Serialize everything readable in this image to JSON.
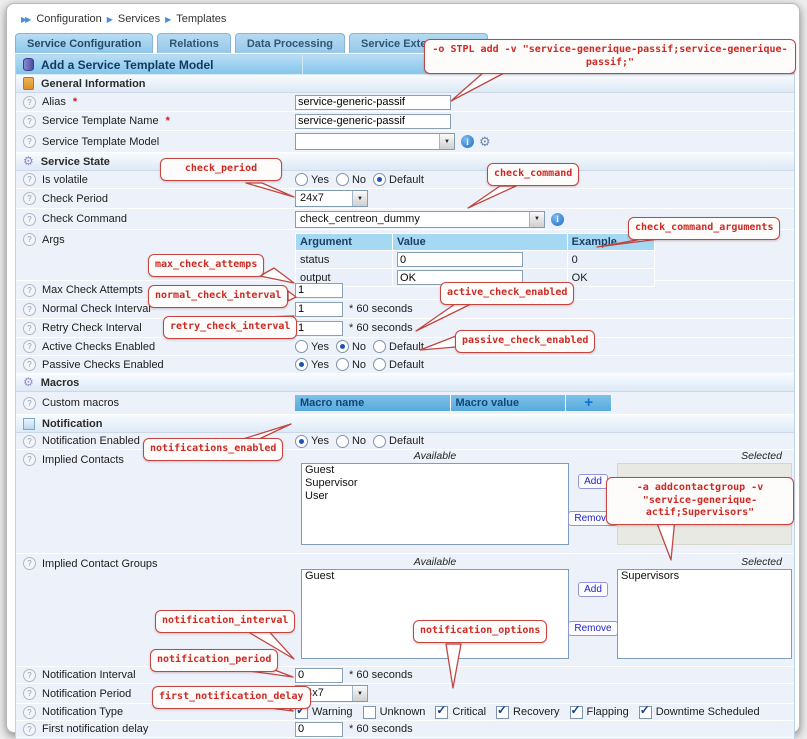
{
  "breadcrumb": {
    "leader_icon": "▶▶",
    "separator": "▶",
    "items": [
      "Configuration",
      "Services",
      "Templates"
    ]
  },
  "tabs": [
    {
      "label": "Service Configuration",
      "active": true
    },
    {
      "label": "Relations",
      "active": false
    },
    {
      "label": "Data Processing",
      "active": false
    },
    {
      "label": "Service Extended Info",
      "active": false
    }
  ],
  "page_header": {
    "title": "Add a Service Template Model"
  },
  "sections": {
    "general": "General Information",
    "state": "Service State",
    "macros": "Macros",
    "notification": "Notification"
  },
  "icons": {
    "help": "?",
    "select_arrow": "▼",
    "info": "i",
    "gear": "⚙",
    "check": "✓",
    "add_macro": "+",
    "required": "*"
  },
  "radio_options": {
    "yes": "Yes",
    "no": "No",
    "default": "Default"
  },
  "fields": {
    "alias": {
      "label": "Alias",
      "value": "service-generic-passif"
    },
    "template_name": {
      "label": "Service Template Name",
      "value": "service-generic-passif"
    },
    "template_model": {
      "label": "Service Template Model",
      "value": ""
    },
    "is_volatile": {
      "label": "Is volatile",
      "selected": "Default"
    },
    "check_period": {
      "label": "Check Period",
      "value": "24x7"
    },
    "check_command": {
      "label": "Check Command",
      "value": "check_centreon_dummy"
    },
    "args": {
      "label": "Args",
      "headers": {
        "argument": "Argument",
        "value": "Value",
        "example": "Example"
      },
      "rows": [
        {
          "argument": "status",
          "value": "0",
          "example": "0"
        },
        {
          "argument": "output",
          "value": "OK",
          "example": "OK"
        }
      ]
    },
    "max_check_attempts": {
      "label": "Max Check Attempts",
      "value": "1"
    },
    "normal_check_interval": {
      "label": "Normal Check Interval",
      "value": "1",
      "suffix": "* 60 seconds"
    },
    "retry_check_interval": {
      "label": "Retry Check Interval",
      "value": "1",
      "suffix": "* 60 seconds"
    },
    "active_checks_enabled": {
      "label": "Active Checks Enabled",
      "selected": "No"
    },
    "passive_checks_enabled": {
      "label": "Passive Checks Enabled",
      "selected": "Yes"
    },
    "custom_macros": {
      "label": "Custom macros",
      "name_header": "Macro name",
      "value_header": "Macro value"
    },
    "notification_enabled": {
      "label": "Notification Enabled",
      "selected": "Yes"
    },
    "implied_contacts": {
      "label": "Implied Contacts",
      "available_header": "Available",
      "selected_header": "Selected",
      "available": [
        "Guest",
        "Supervisor",
        "User"
      ],
      "selected": [],
      "add_label": "Add",
      "remove_label": "Remove"
    },
    "implied_contact_groups": {
      "label": "Implied Contact Groups",
      "available_header": "Available",
      "selected_header": "Selected",
      "available": [
        "Guest"
      ],
      "selected": [
        "Supervisors"
      ],
      "add_label": "Add",
      "remove_label": "Remove"
    },
    "notification_interval": {
      "label": "Notification Interval",
      "value": "0",
      "suffix": "* 60 seconds"
    },
    "notification_period": {
      "label": "Notification Period",
      "value": "24x7"
    },
    "notification_type": {
      "label": "Notification Type",
      "options": [
        {
          "label": "Warning",
          "checked": true
        },
        {
          "label": "Unknown",
          "checked": false
        },
        {
          "label": "Critical",
          "checked": true
        },
        {
          "label": "Recovery",
          "checked": true
        },
        {
          "label": "Flapping",
          "checked": true
        },
        {
          "label": "Downtime Scheduled",
          "checked": true
        }
      ]
    },
    "first_notification_delay": {
      "label": "First notification delay",
      "value": "0",
      "suffix": "* 60 seconds"
    }
  },
  "callouts": {
    "stpl_command": "-o STPL add -v \"service-generique-passif;service-generique-passif;\"",
    "check_period": "check_period",
    "check_command": "check_command",
    "check_command_arguments": "check_command_arguments",
    "max_check_attempts": "max_check_attemps",
    "normal_check_interval": "normal_check_interval",
    "active_check_enabled": "active_check_enabled",
    "retry_check_interval": "retry_check_interval",
    "passive_check_enabled": "passive_check_enabled",
    "notifications_enabled": "notifications_enabled",
    "addcontactgroup_command": "-a addcontactgroup -v \"service-generique-actif;Supervisors\"",
    "notification_interval": "notification_interval",
    "notification_options": "notification_options",
    "notification_period": "notification_period",
    "first_notification_delay": "first_notification_delay"
  },
  "colors": {
    "accent_blue": "#8ec7ea",
    "callout_red": "#c24540",
    "header_text": "#123a5e"
  }
}
